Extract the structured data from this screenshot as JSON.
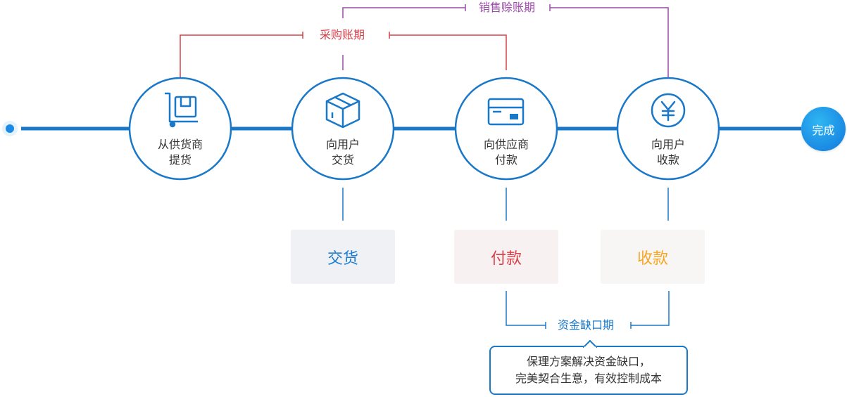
{
  "colors": {
    "flow_blue": "#1a78c8",
    "purchase_red": "#d9404a",
    "sales_purple": "#9b4aa8",
    "delivery_blue": "#1e7fd2",
    "payment_red": "#d9404a",
    "collect_orange": "#f5a623"
  },
  "nodes": [
    {
      "line1": "从供货商",
      "line2": "提货",
      "icon": "cart-box-icon"
    },
    {
      "line1": "向用户",
      "line2": "交货",
      "icon": "package-icon"
    },
    {
      "line1": "向供应商",
      "line2": "付款",
      "icon": "credit-card-icon"
    },
    {
      "line1": "向用户",
      "line2": "收款",
      "icon": "yen-coin-icon"
    }
  ],
  "end": {
    "label": "完成"
  },
  "periods": {
    "purchase": "采购账期",
    "sales": "销售赊账期",
    "gap": "资金缺口期"
  },
  "cards": {
    "delivery": "交货",
    "payment": "付款",
    "collection": "收款"
  },
  "callout": {
    "line1": "保理方案解决资金缺口，",
    "line2": "完美契合生意，有效控制成本"
  }
}
